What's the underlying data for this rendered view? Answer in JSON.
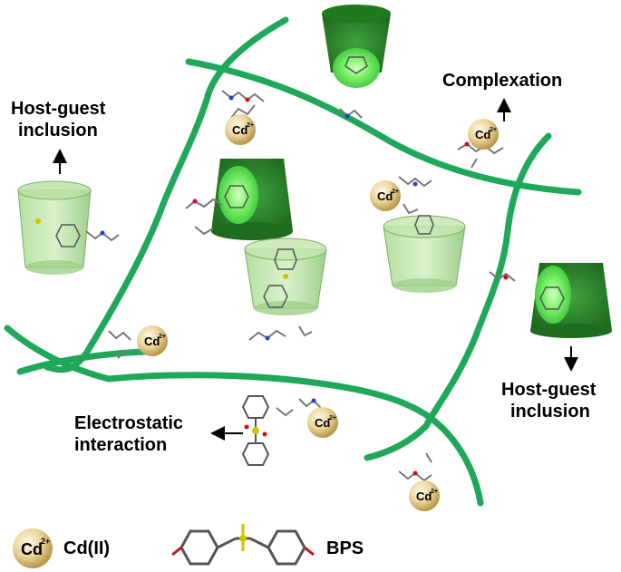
{
  "labels": {
    "complexation": "Complexation",
    "host_guest_left_line1": "Host-guest",
    "host_guest_left_line2": "inclusion",
    "host_guest_right_line1": "Host-guest",
    "host_guest_right_line2": "inclusion",
    "electrostatic_line1": "Electrostatic",
    "electrostatic_line2": "interaction"
  },
  "ion": {
    "symbol": "Cd",
    "charge": "2+"
  },
  "legend": {
    "cd_label": "Cd(II)",
    "bps_label": "BPS"
  },
  "colors": {
    "chain": "#1fa85a",
    "cone_dark": "#2e8b2e",
    "cone_bright": "#7cf56a",
    "cone_translucent": "#8fd27a",
    "ion_fill": "#e9d29a",
    "sulfur": "#d4c200",
    "oxygen": "#d01010",
    "nitrogen": "#2a40c0",
    "bond": "#777777"
  }
}
